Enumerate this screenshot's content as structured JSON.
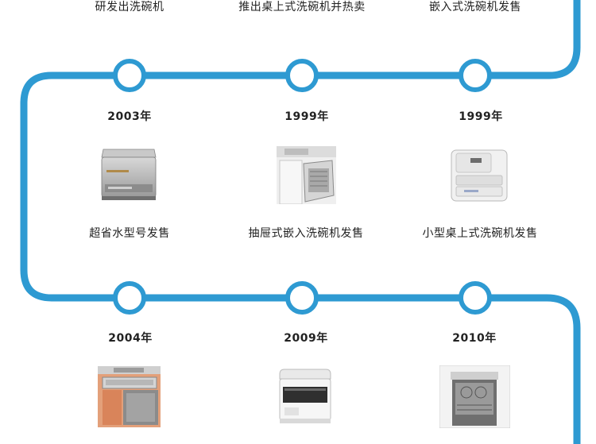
{
  "colors": {
    "line": "#2e9ad2",
    "node_fill": "#ffffff",
    "text": "#222222"
  },
  "row0": {
    "captions": [
      "研发出洗碗机",
      "推出桌上式洗碗机并热卖",
      "嵌入式洗碗机发售"
    ]
  },
  "row1": {
    "years": [
      "2003年",
      "1999年",
      "1999年"
    ],
    "captions": [
      "超省水型号发售",
      "抽屉式嵌入洗碗机发售",
      "小型桌上式洗碗机发售"
    ],
    "images": [
      "countertop-dishwasher-silver",
      "drawer-built-in-dishwasher-open",
      "compact-countertop-dishwasher-white"
    ]
  },
  "row2": {
    "years": [
      "2004年",
      "2009年",
      "2010年"
    ],
    "captions": [
      "",
      "",
      ""
    ],
    "images": [
      "built-in-dishwasher-orange-cabinet",
      "countertop-dishwasher-white",
      "built-in-dishwasher-open-rack"
    ]
  }
}
